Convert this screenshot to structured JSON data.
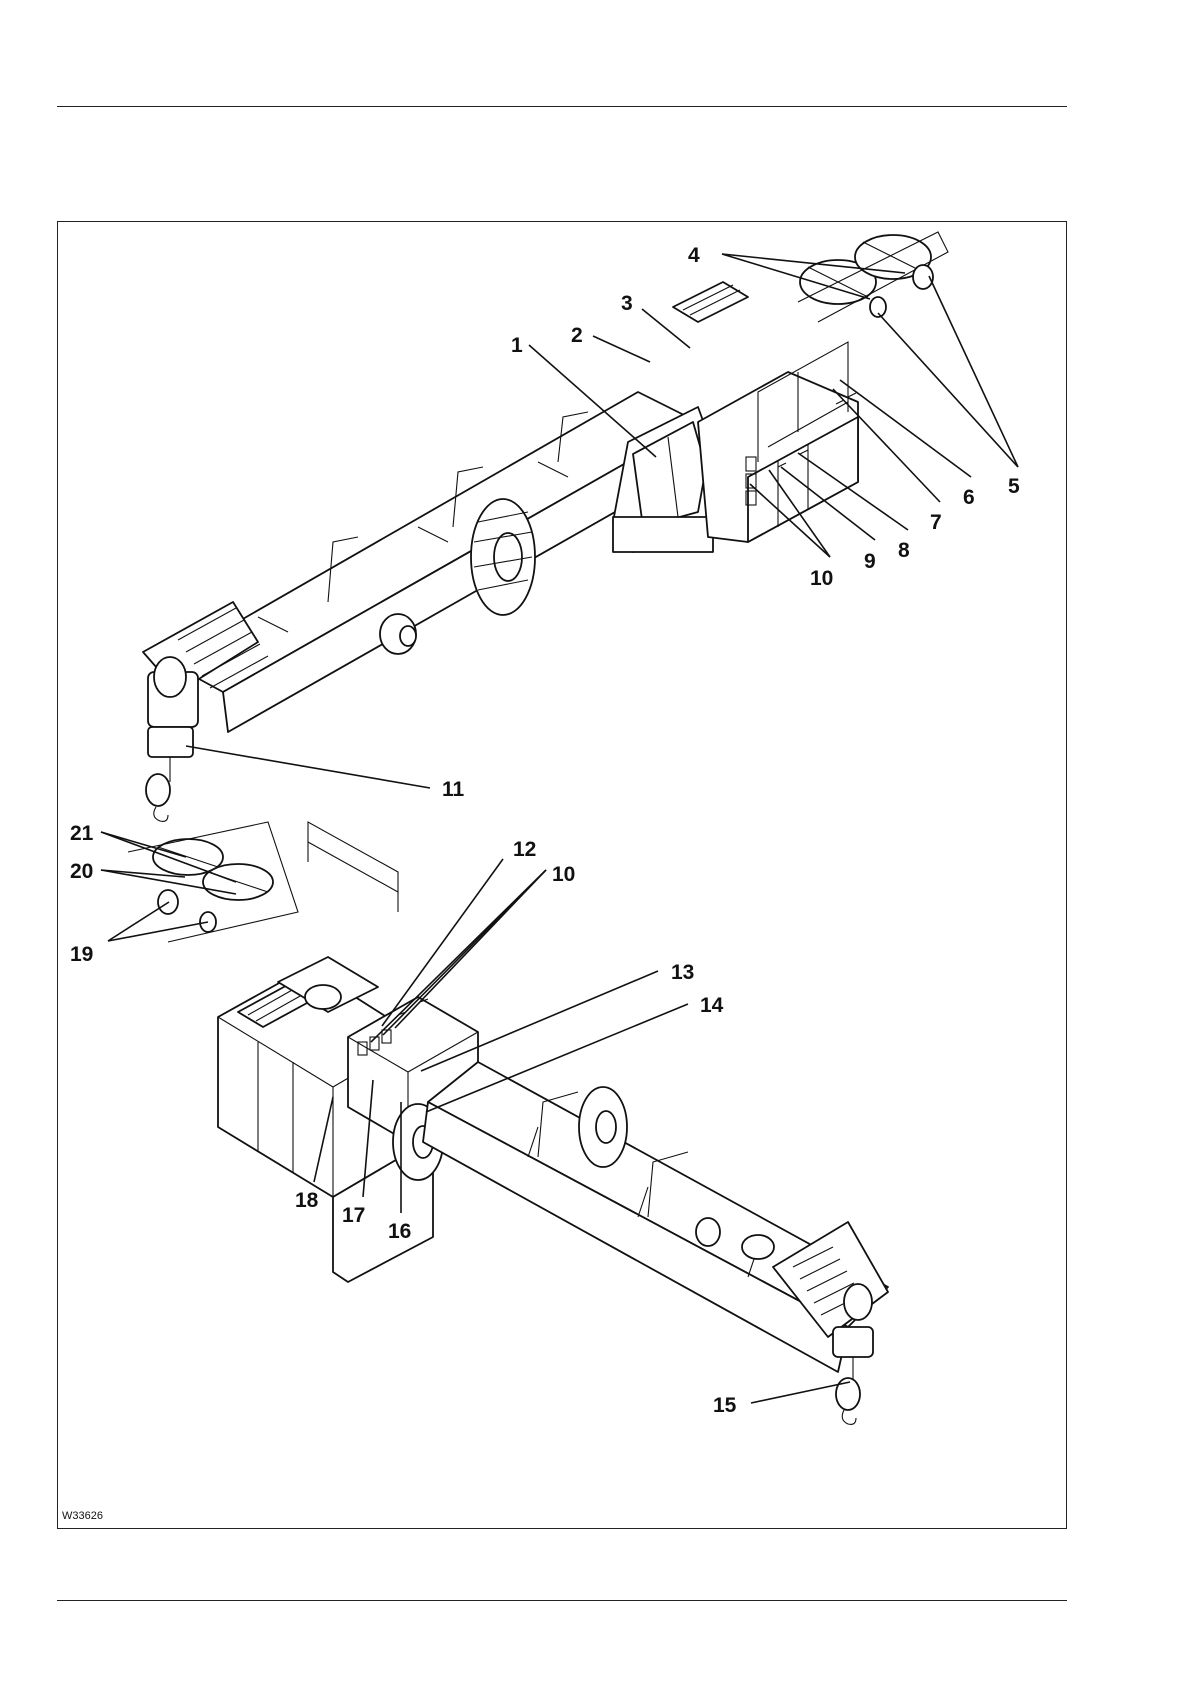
{
  "figure": {
    "id": "W33626",
    "callouts": [
      "1",
      "2",
      "3",
      "4",
      "5",
      "6",
      "7",
      "8",
      "9",
      "10",
      "11",
      "12",
      "10",
      "13",
      "14",
      "15",
      "16",
      "17",
      "18",
      "19",
      "20",
      "21"
    ]
  }
}
